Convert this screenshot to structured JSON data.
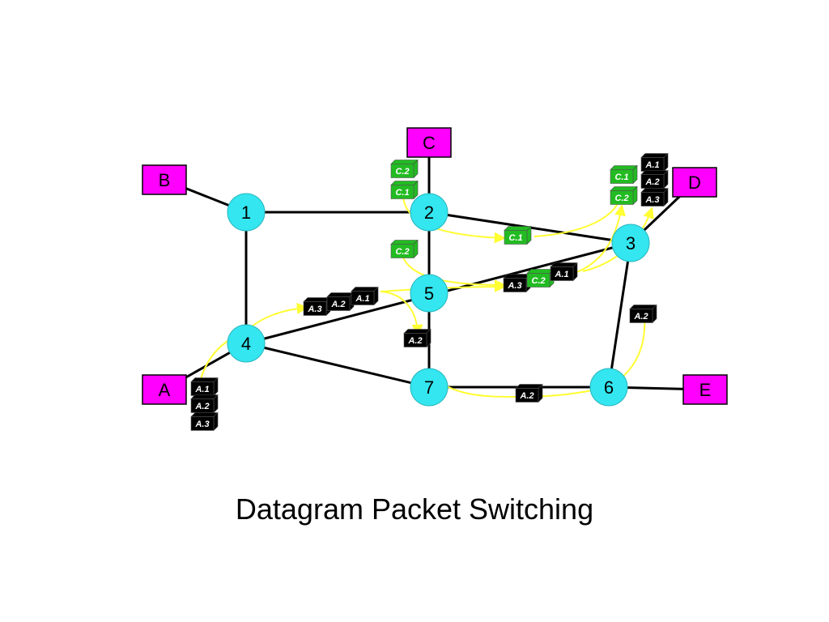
{
  "title": "Datagram Packet Switching",
  "colors": {
    "router": "#33e6ef",
    "host": "#ff00ff",
    "link": "#000000",
    "path": "#ffff33",
    "packet_a": "#000000",
    "packet_c": "#22bb22"
  },
  "routers": [
    {
      "id": "1",
      "label": "1"
    },
    {
      "id": "2",
      "label": "2"
    },
    {
      "id": "3",
      "label": "3"
    },
    {
      "id": "4",
      "label": "4"
    },
    {
      "id": "5",
      "label": "5"
    },
    {
      "id": "6",
      "label": "6"
    },
    {
      "id": "7",
      "label": "7"
    }
  ],
  "hosts": [
    {
      "id": "A",
      "label": "A"
    },
    {
      "id": "B",
      "label": "B"
    },
    {
      "id": "C",
      "label": "C"
    },
    {
      "id": "D",
      "label": "D"
    },
    {
      "id": "E",
      "label": "E"
    }
  ],
  "links": [
    [
      "B",
      "1"
    ],
    [
      "1",
      "2"
    ],
    [
      "1",
      "4"
    ],
    [
      "2",
      "C"
    ],
    [
      "2",
      "5"
    ],
    [
      "2",
      "3"
    ],
    [
      "4",
      "3"
    ],
    [
      "4",
      "7"
    ],
    [
      "4",
      "A"
    ],
    [
      "5",
      "7"
    ],
    [
      "7",
      "6"
    ],
    [
      "3",
      "6"
    ],
    [
      "3",
      "D"
    ],
    [
      "6",
      "E"
    ]
  ],
  "packets": [
    {
      "label": "A.1",
      "flow": "A"
    },
    {
      "label": "A.2",
      "flow": "A"
    },
    {
      "label": "A.3",
      "flow": "A"
    },
    {
      "label": "A.3",
      "flow": "A"
    },
    {
      "label": "A.2",
      "flow": "A"
    },
    {
      "label": "A.1",
      "flow": "A"
    },
    {
      "label": "A.2",
      "flow": "A"
    },
    {
      "label": "A.2",
      "flow": "A"
    },
    {
      "label": "A.2",
      "flow": "A"
    },
    {
      "label": "A.3",
      "flow": "A"
    },
    {
      "label": "C.2",
      "flow": "C"
    },
    {
      "label": "A.1",
      "flow": "A"
    },
    {
      "label": "C.2",
      "flow": "C"
    },
    {
      "label": "C.1",
      "flow": "C"
    },
    {
      "label": "C.2",
      "flow": "C"
    },
    {
      "label": "C.1",
      "flow": "C"
    },
    {
      "label": "C.1",
      "flow": "C"
    },
    {
      "label": "C.2",
      "flow": "C"
    },
    {
      "label": "A.1",
      "flow": "A"
    },
    {
      "label": "A.2",
      "flow": "A"
    },
    {
      "label": "A.3",
      "flow": "A"
    }
  ]
}
